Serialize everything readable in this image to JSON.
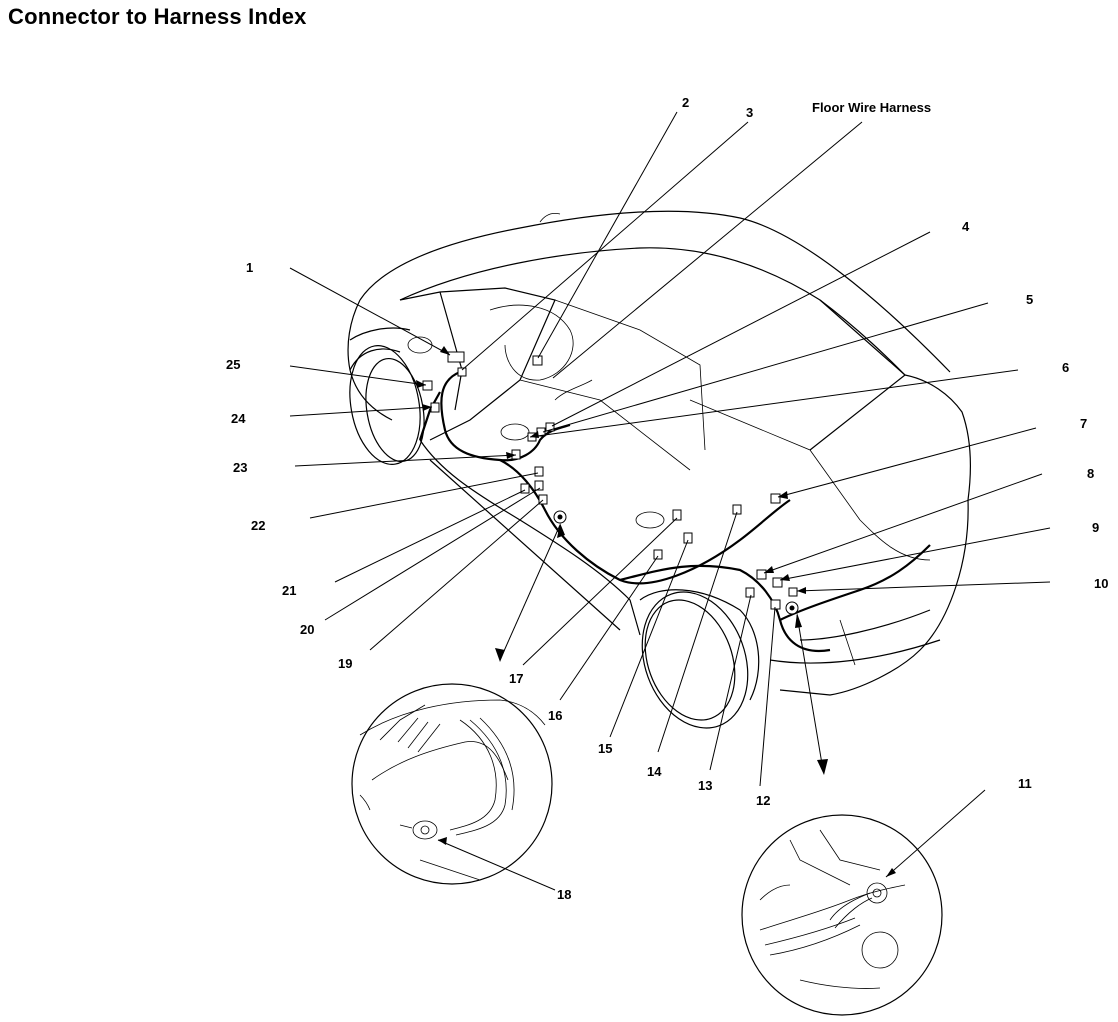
{
  "title": "Connector to Harness Index",
  "harness_label": "Floor Wire Harness",
  "callouts": [
    "1",
    "2",
    "3",
    "4",
    "5",
    "6",
    "7",
    "8",
    "9",
    "10",
    "11",
    "12",
    "13",
    "14",
    "15",
    "16",
    "17",
    "18",
    "19",
    "20",
    "21",
    "22",
    "23",
    "24",
    "25"
  ]
}
